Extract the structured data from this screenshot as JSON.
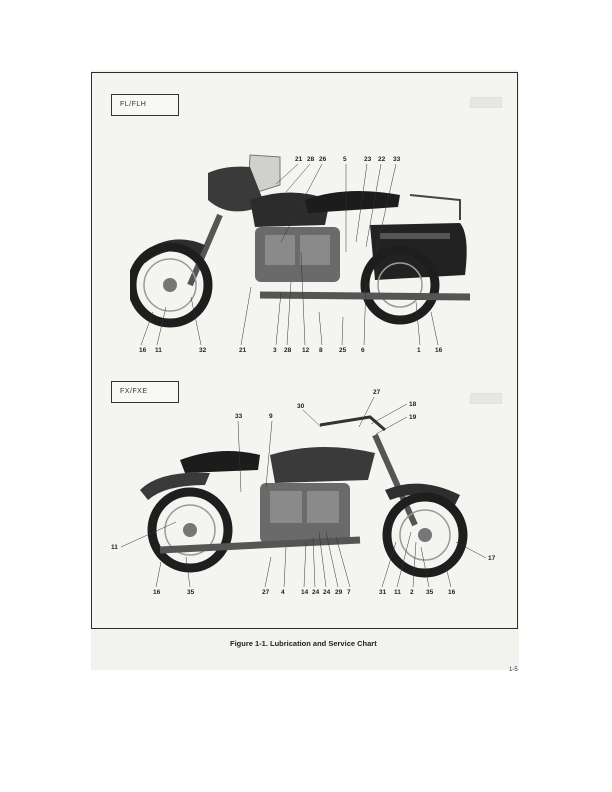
{
  "panels": [
    {
      "model_label": "FL/FLH",
      "callouts_top": [
        "21",
        "28",
        "26",
        "5",
        "23",
        "22",
        "33"
      ],
      "callouts_bottom": [
        "16",
        "11",
        "32",
        "21",
        "3",
        "28",
        "12",
        "8",
        "25",
        "6",
        "1",
        "16"
      ]
    },
    {
      "model_label": "FX/FXE",
      "callouts_top": [
        "27",
        "30",
        "18",
        "19",
        "33",
        "9"
      ],
      "callouts_side": [
        "11",
        "17"
      ],
      "callouts_bottom": [
        "16",
        "35",
        "27",
        "4",
        "14",
        "24",
        "24",
        "29",
        "7",
        "31",
        "11",
        "2",
        "35",
        "16"
      ]
    }
  ],
  "caption": "Figure 1-1.  Lubrication and Service Chart",
  "page_number": "1-5"
}
